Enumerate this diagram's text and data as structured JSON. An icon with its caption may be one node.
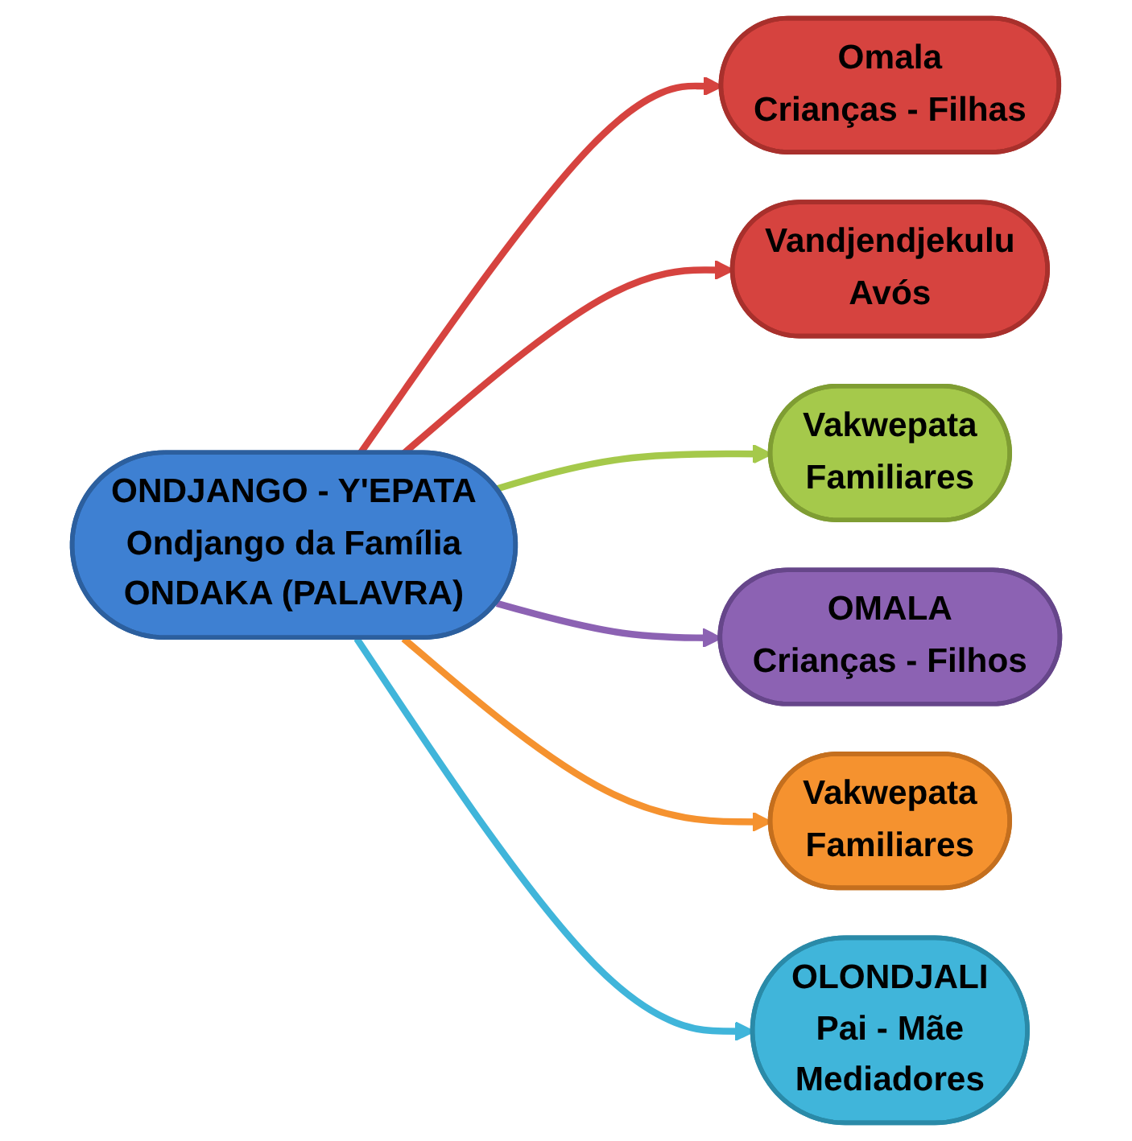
{
  "diagram": {
    "nodes": [
      {
        "text": [
          "Omala",
          "Crianças - Filhas"
        ]
      },
      {
        "text": [
          "Vandjendjekulu",
          "Avós"
        ]
      },
      {
        "text": [
          "Vakwepata",
          "Familiares"
        ]
      },
      {
        "text": [
          "ONDJANGO - Y'EPATA",
          "Ondjango da Família",
          "ONDAKA (PALAVRA)"
        ]
      },
      {
        "text": [
          "OMALA",
          "Crianças - Filhos"
        ]
      },
      {
        "text": [
          "Vakwepata",
          "Familiares"
        ]
      },
      {
        "text": [
          "OLONDJALI",
          "Pai - Mãe",
          "Mediadores"
        ]
      }
    ],
    "edges": [
      {
        "from": 3,
        "to": 0,
        "arrow": "to",
        "color": "#d6433f"
      },
      {
        "from": 3,
        "to": 1,
        "arrow": "to",
        "color": "#d6433f"
      },
      {
        "from": 3,
        "to": 2,
        "arrow": "to",
        "color": "#a5c94b"
      },
      {
        "from": 3,
        "to": 4,
        "arrow": "to",
        "color": "#8c62b3"
      },
      {
        "from": 3,
        "to": 5,
        "arrow": "to",
        "color": "#f5922f"
      },
      {
        "from": 3,
        "to": 6,
        "arrow": "to",
        "color": "#40b5da"
      }
    ]
  }
}
